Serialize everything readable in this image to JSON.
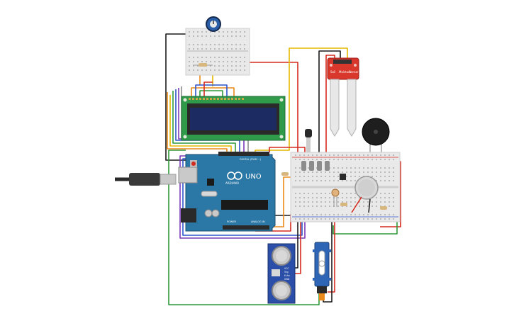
{
  "arduino": {
    "brand": "ARDUINO",
    "model": "UNO",
    "digital_label": "DIGITAL (PWM ~)",
    "analog_label": "ANALOG IN",
    "power_label": "POWER"
  },
  "soil_sensor": {
    "label_line1": "Soil",
    "label_line2": "Moisture",
    "label_line3": "Sensor"
  },
  "ultrasonic": {
    "pins": [
      "VCC",
      "Trig",
      "Echo",
      "GND"
    ]
  },
  "colors": {
    "arduino_board": "#2b78a6",
    "lcd_board": "#2f9a4a",
    "lcd_screen": "#1d2b63",
    "soil_board": "#d9372b",
    "servo_body": "#2e66b5",
    "wire_red": "#d62a1e",
    "wire_black": "#1a1a1a",
    "wire_green": "#2f9a3a",
    "wire_yellow": "#e6b800",
    "wire_orange": "#e98a1a",
    "wire_blue": "#2b54c9",
    "wire_purple": "#7b3ab8",
    "wire_gray": "#8c8c8c"
  }
}
